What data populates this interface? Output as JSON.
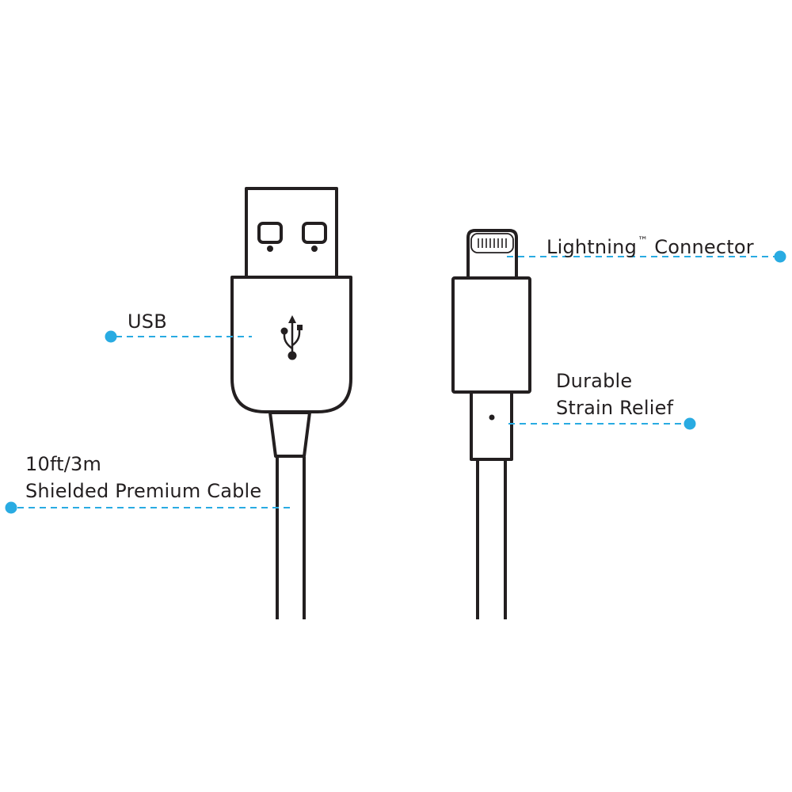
{
  "diagram": {
    "title": "USB to Lightning cable diagram",
    "colors": {
      "stroke": "#231f20",
      "callout": "#29abe2",
      "background": "#ffffff"
    },
    "labels": {
      "usb": "USB",
      "lightning": {
        "name": "Lightning",
        "trademark": "™",
        "suffix": "Connector"
      },
      "strain_relief": {
        "line1": "Durable",
        "line2": "Strain Relief"
      },
      "cable": {
        "line1": "10ft/3m",
        "line2": "Shielded Premium Cable"
      }
    },
    "icons": {
      "usb_symbol": "usb-trident-icon",
      "lightning_contacts": "lightning-pin-contacts",
      "callout_dot": "filled-circle"
    }
  }
}
